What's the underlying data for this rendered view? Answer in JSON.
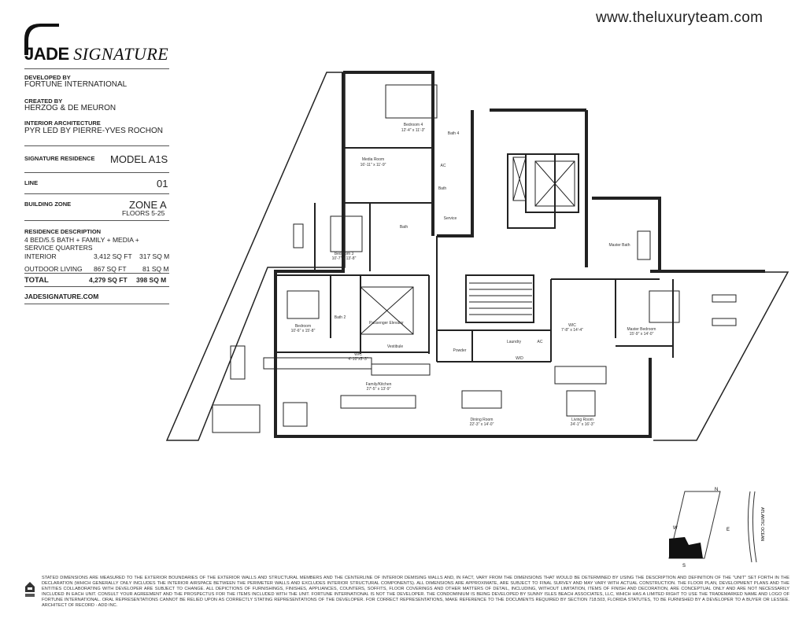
{
  "website": "www.theluxuryteam.com",
  "brand": {
    "bold": "JADE",
    "italic": "SIGNATURE"
  },
  "info": {
    "developed_by_label": "DEVELOPED BY",
    "developed_by": "FORTUNE INTERNATIONAL",
    "created_by_label": "CREATED BY",
    "created_by": "HERZOG & DE MEURON",
    "interior_label": "INTERIOR ARCHITECTURE",
    "interior": "PYR LED BY PIERRE-YVES ROCHON"
  },
  "residence": {
    "signature_label": "SIGNATURE RESIDENCE",
    "model": "MODEL A1S",
    "line_label": "LINE",
    "line": "01",
    "zone_label": "BUILDING ZONE",
    "zone": "ZONE A",
    "floors": "FLOORS 5-25"
  },
  "description": {
    "label": "RESIDENCE DESCRIPTION",
    "summary": "4 BED/5.5 BATH + FAMILY + MEDIA + SERVICE QUARTERS",
    "rows": [
      {
        "name": "INTERIOR",
        "sqft": "3,412 SQ FT",
        "sqm": "317 SQ M"
      },
      {
        "name": "OUTDOOR LIVING",
        "sqft": "867 SQ FT",
        "sqm": "81 SQ M"
      },
      {
        "name": "TOTAL",
        "sqft": "4,279 SQ FT",
        "sqm": "398 SQ M"
      }
    ],
    "site": "JADESIGNATURE.COM"
  },
  "rooms": [
    {
      "name": "Bedroom 4",
      "dim": "12'-4\" x 11'-3\""
    },
    {
      "name": "Bath 4",
      "dim": ""
    },
    {
      "name": "Media Room",
      "dim": "16'-11\" x 11'-9\""
    },
    {
      "name": "AC",
      "dim": ""
    },
    {
      "name": "Bath",
      "dim": ""
    },
    {
      "name": "Service",
      "dim": ""
    },
    {
      "name": "Bath",
      "dim": ""
    },
    {
      "name": "Bedroom 3",
      "dim": "10'-7\" x 13'-8\""
    },
    {
      "name": "Bedroom",
      "dim": "10'-6\" x 15'-8\""
    },
    {
      "name": "Bath 2",
      "dim": ""
    },
    {
      "name": "Passenger Elevator",
      "dim": ""
    },
    {
      "name": "Vestibule",
      "dim": ""
    },
    {
      "name": "WIC",
      "dim": "4'-10\"x5'-3\""
    },
    {
      "name": "Family/Kitchen",
      "dim": "27'-5\" x 13'-9\""
    },
    {
      "name": "Powder",
      "dim": ""
    },
    {
      "name": "Laundry",
      "dim": ""
    },
    {
      "name": "AC",
      "dim": ""
    },
    {
      "name": "W/D",
      "dim": ""
    },
    {
      "name": "Dining Room",
      "dim": "22'-3\" x 14'-0\""
    },
    {
      "name": "Living Room",
      "dim": "24'-1\" x 16'-3\""
    },
    {
      "name": "WIC",
      "dim": "7'-8\" x 14'-4\""
    },
    {
      "name": "Master Bath",
      "dim": ""
    },
    {
      "name": "Master Bedroom",
      "dim": "15'-9\" x 14'-0\""
    }
  ],
  "compass": {
    "n": "N",
    "s": "S",
    "e": "E",
    "w": "W",
    "ocean": "ATLANTIC OCEAN"
  },
  "disclaimer": "STATED DIMENSIONS ARE MEASURED TO THE EXTERIOR BOUNDARIES OF THE EXTERIOR WALLS AND STRUCTURAL MEMBERS AND THE CENTERLINE OF INTERIOR DEMISING WALLS AND, IN FACT, VARY FROM THE DIMENSIONS THAT WOULD BE DETERMINED BY USING THE DESCRIPTION AND DEFINITION OF THE \"UNIT\" SET FORTH IN THE DECLARATION (WHICH GENERALLY ONLY INCLUDES THE INTERIOR AIRSPACE BETWEEN THE PERIMETER WALLS AND EXCLUDES INTERIOR STRUCTURAL COMPONENTS). ALL DIMENSIONS ARE APPROXIMATE, ARE SUBJECT TO FINAL SURVEY AND MAY VARY WITH ACTUAL CONSTRUCTION. THE FLOOR PLAN, DEVELOPMENT PLANS AND THE ENTITIES COLLABORATING WITH DEVELOPER ARE SUBJECT TO CHANGE. ALL DEPICTIONS OF FURNISHINGS, FINISHES, APPLIANCES, COUNTERS, SOFFITS, FLOOR COVERINGS AND OTHER MATTERS OF DETAIL, INCLUDING, WITHOUT LIMITATION, ITEMS OF FINISH AND DECORATION, ARE CONCEPTUAL ONLY AND ARE NOT NECESSARILY INCLUDED IN EACH UNIT. CONSULT YOUR AGREEMENT AND THE PROSPECTUS FOR THE ITEMS INCLUDED WITH THE UNIT. FORTUNE INTERNATIONAL IS NOT THE DEVELOPER. THE CONDOMINIUM IS BEING DEVELOPED BY SUNNY ISLES BEACH ASSOCIATES, LLC, WHICH HAS A LIMITED RIGHT TO USE THE TRADEMARKED NAME AND LOGO OF FORTUNE INTERNATIONAL. ORAL REPRESENTATIONS CANNOT BE RELIED UPON AS CORRECTLY STATING REPRESENTATIONS OF THE DEVELOPER. FOR CORRECT REPRESENTATIONS, MAKE REFERENCE TO THE DOCUMENTS REQUIRED BY SECTION 718.503, FLORIDA STATUTES, TO BE FURNISHED BY A DEVELOPER TO A BUYER OR LESSEE. ARCHITECT OF RECORD - ADD INC."
}
